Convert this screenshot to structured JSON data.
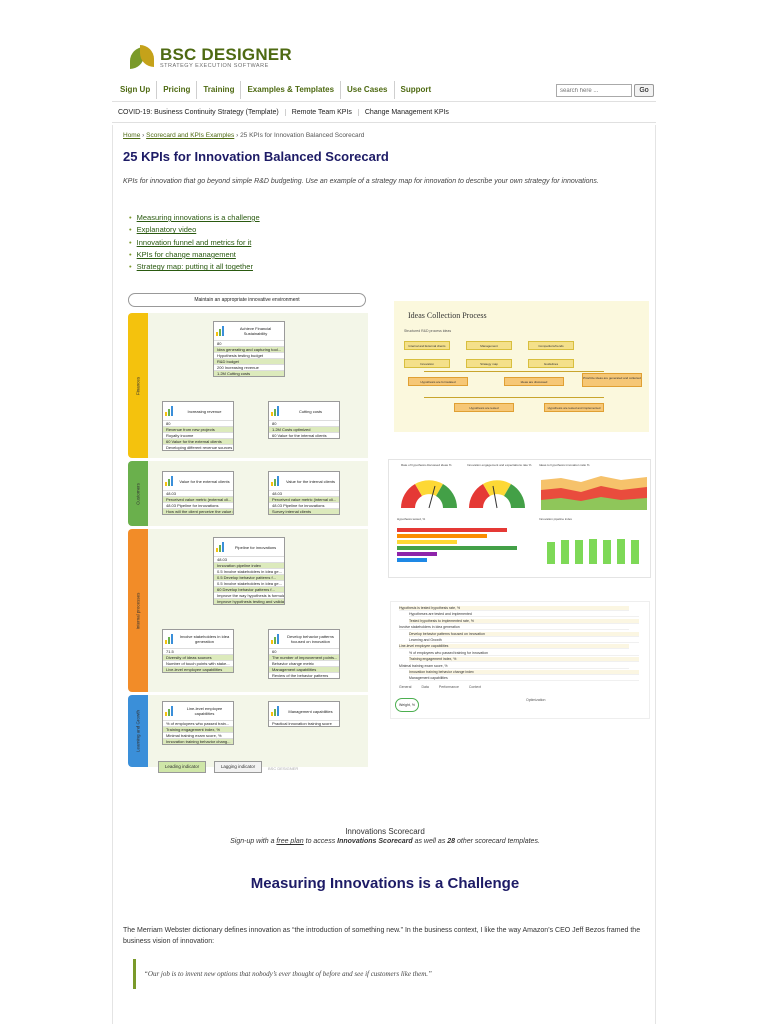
{
  "header": {
    "brand": "BSC DESIGNER",
    "tagline": "STRATEGY EXECUTION SOFTWARE",
    "nav": [
      "Sign Up",
      "Pricing",
      "Training",
      "Examples & Templates",
      "Use Cases",
      "Support"
    ],
    "search_placeholder": "search here ...",
    "search_button": "Go",
    "subnav": [
      "COVID-19: Business Continuity Strategy (Template)",
      "Remote Team KPIs",
      "Change Management KPIs"
    ]
  },
  "breadcrumb": {
    "home": "Home",
    "section": "Scorecard and KPIs Examples",
    "current": "25 KPIs for Innovation Balanced Scorecard"
  },
  "page_title": "25 KPIs for Innovation Balanced Scorecard",
  "intro": "KPIs for innovation that go beyond simple R&D budgeting. Use an example of a strategy map for innovation to describe your own strategy for innovations.",
  "toc": [
    "Measuring innovations is a challenge",
    "Explanatory video",
    "Innovation funnel and metrics for it",
    "KPIs for change management",
    "Strategy map: putting it all together"
  ],
  "strategy_map": {
    "top": "Maintain an appropriate innovative environment",
    "perspectives": [
      "Finances",
      "Customers",
      "Internal processes",
      "Learning and Growth"
    ],
    "colors": {
      "finances": "#f4c20d",
      "customers": "#6ab04c",
      "internal": "#f28c28",
      "learning": "#3a8fd9"
    },
    "objectives": [
      {
        "title": "Achieve Financial Sustainability",
        "rows": [
          "80",
          "Idea generating and capturing tool...",
          "Hypothesis testing budget",
          "R&D budget",
          "200  Increasing revenue",
          "1.2M  Cutting costs"
        ]
      },
      {
        "title": "Increasing revenue",
        "rows": [
          "80",
          "Revenue from new projects",
          "Royalty income",
          "60  Value for the external clients",
          "Developing different revenue sources"
        ]
      },
      {
        "title": "Cutting costs",
        "rows": [
          "80",
          "1.2M  Costs optimized",
          "60  Value for the internal clients"
        ]
      },
      {
        "title": "Value for the external clients",
        "rows": [
          "48.03",
          "Perceived value metric (external cli...",
          "48.03  Pipeline for innovations",
          "How will the client perceive the value of..."
        ]
      },
      {
        "title": "Value for the internal clients",
        "rows": [
          "48.03",
          "Perceived value metric (internal cli...",
          "48.03  Pipeline for innovations",
          "Survey internal clients"
        ]
      },
      {
        "title": "Pipeline for innovations",
        "rows": [
          "48.03",
          "Innovation pipeline index",
          "0.5  Involve stakeholders in idea ge...",
          "0.5  Develop behavior patterns f...",
          "0.5  Involve stakeholders in idea ge...",
          "60  Develop behavior patterns f...",
          "Improve the way hypothesis is formulated",
          "Improve hypothesis testing and validating"
        ]
      },
      {
        "title": "Involve stakeholders in idea generation",
        "rows": [
          "71.5",
          "Diversity of ideas sources",
          "Number of touch points with stake...",
          "Live-level employee capabilities"
        ]
      },
      {
        "title": "Develop behavior patterns focused on innovation",
        "rows": [
          "60",
          "The number of improvement points...",
          "Behavior change metric",
          "Management capabilities",
          "Review of the behavior patterns"
        ]
      },
      {
        "title": "Line-level employee capabilities",
        "rows": [
          "% of employees who passed train...",
          "Training engagement index, %",
          "Minimal training exam score, %",
          "Innovation training behavior chang..."
        ]
      },
      {
        "title": "Management capabilities",
        "rows": [
          "Practical innovation training score"
        ]
      }
    ],
    "legend": [
      "Leading indicator",
      "Lagging indicator"
    ],
    "watermark": "BSC DESIGNER"
  },
  "ideas_panel": {
    "title": "Ideas Collection Process",
    "subtitle": "Structured R&D process ideas",
    "boxes": [
      "Internal and External clients",
      "Management",
      "Competitors/trends",
      "Innovation",
      "Strategy map",
      "Guidelines",
      "Hypothesis are formulated",
      "Ideas are discussed",
      "Prioritize ideas are generated and collected",
      "Hypothesis are tested",
      "Hypothesis are tested and implemented"
    ]
  },
  "dashboard_panel": {
    "gauge1_title": "Rate of hypothesis discussed ideas %",
    "gauge2_title": "Innovation engagement and expectations rate %",
    "area_title": "Ideas to hypothesis innovation ratio %",
    "bars_title": "Innovation pipeline index",
    "hbar_title": "Hypothesis tested, %"
  },
  "list_panel": {
    "rows": [
      "Hypothesis is tested hypothesis rate, %",
      "Hypotheses are tested and implemented",
      "Tested hypothesis to implemented rate, %",
      "Involve stakeholders in idea generation",
      "Develop behavior patterns focused on innovation",
      "Learning and Growth",
      "Line-level employee capabilities",
      "% of employees who passed training for innovation",
      "Training engagement index, %",
      "Minimal training exam score, %",
      "Innovation training behavior change index",
      "Management capabilities"
    ],
    "tabs": [
      "General",
      "Data",
      "Performance",
      "Context"
    ],
    "weight_label": "Weight, %",
    "optimization_label": "Optimization"
  },
  "caption": {
    "title": "Innovations Scorecard",
    "pre": "Sign-up with a",
    "link": "free plan",
    "mid": "to access",
    "bold": "Innovations Scorecard",
    "mid2": "as well as",
    "count": "28",
    "post": "other scorecard templates."
  },
  "section_heading": "Measuring Innovations is a Challenge",
  "paragraph": "The Merriam Webster dictionary defines innovation as “the introduction of something new.” In the business context, I like the way Amazon’s CEO Jeff Bezos framed the business vision of innovation:",
  "quote": "“Our job is to invent new options that nobody’s ever thought of before and see if customers like them.”"
}
